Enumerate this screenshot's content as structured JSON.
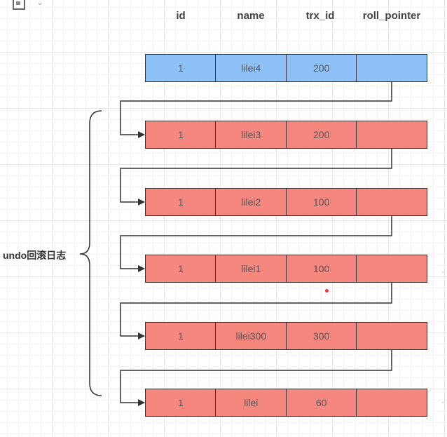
{
  "columns": [
    "id",
    "name",
    "trx_id",
    "roll_pointer"
  ],
  "current_record": {
    "id": "1",
    "name": "lilei4",
    "trx_id": "200",
    "roll_pointer": ""
  },
  "undo_records": [
    {
      "id": "1",
      "name": "lilei3",
      "trx_id": "200",
      "roll_pointer": ""
    },
    {
      "id": "1",
      "name": "lilei2",
      "trx_id": "100",
      "roll_pointer": ""
    },
    {
      "id": "1",
      "name": "lilei1",
      "trx_id": "100",
      "roll_pointer": ""
    },
    {
      "id": "1",
      "name": "lilei300",
      "trx_id": "300",
      "roll_pointer": ""
    },
    {
      "id": "1",
      "name": "lilei",
      "trx_id": "60",
      "roll_pointer": ""
    }
  ],
  "brace_label": "undo回滚日志",
  "colors": {
    "current_fill": "#8ec1f7",
    "undo_fill": "#f5877f",
    "line": "#333333"
  }
}
